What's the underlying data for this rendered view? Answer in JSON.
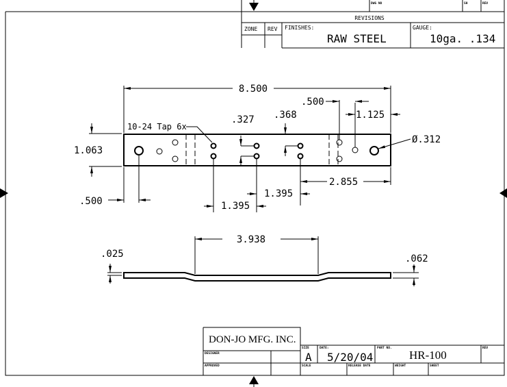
{
  "revision_block": {
    "dwg_no_label": "DWG NO",
    "sh_label": "SH",
    "rev_label": "REV",
    "revisions_title": "REVISIONS",
    "zone_label": "ZONE",
    "rev_col_label": "REV",
    "finishes_label": "FINISHES:",
    "finishes_value": "RAW STEEL",
    "gauge_label": "GAUGE:",
    "gauge_value": "10ga. .134"
  },
  "top_view": {
    "overall_length": "8.500",
    "width": "1.063",
    "tap_note": "10-24 Tap 6x",
    "dim_327": ".327",
    "dim_368": ".368",
    "dim_500_right": ".500",
    "dim_1125": "1.125",
    "hole_dia": "Ø.312",
    "dim_500_left": ".500",
    "dim_2855": "2.855",
    "dim_1395_a": "1.395",
    "dim_1395_b": "1.395"
  },
  "side_view": {
    "offset_length": "3.938",
    "offset_depth": ".025",
    "thickness": ".062"
  },
  "title_block": {
    "company": "DON-JO MFG. INC.",
    "designer_label": "DESIGNER",
    "approved_label": "APPROVED",
    "size_label": "SIZE",
    "size_value": "A",
    "date_label": "DATE:",
    "date_value": "5/20/04",
    "part_no_label": "PART NO.",
    "part_no_value": "HR-100",
    "rev_label": "REV",
    "scale_label": "SCALE",
    "release_date_label": "RELEASE DATE",
    "weight_label": "WEIGHT",
    "sheet_label": "SHEET"
  }
}
